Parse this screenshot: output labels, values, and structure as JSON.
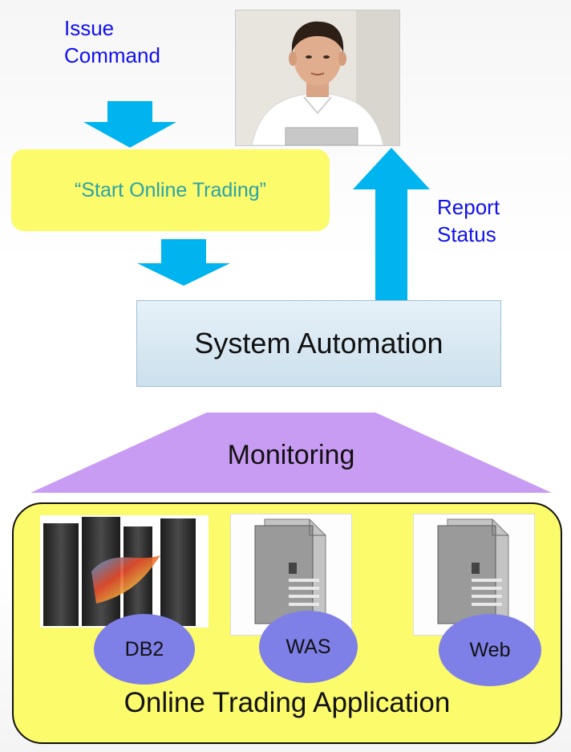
{
  "labels": {
    "issue_command_line1": "Issue",
    "issue_command_line2": "Command",
    "command_text": "“Start Online Trading”",
    "report_status_line1": "Report",
    "report_status_line2": "Status",
    "system_automation": "System Automation",
    "monitoring": "Monitoring",
    "application": "Online Trading Application"
  },
  "components": [
    {
      "name": "DB2"
    },
    {
      "name": "WAS"
    },
    {
      "name": "Web"
    }
  ],
  "colors": {
    "arrow": "#00b4f0",
    "command_box": "#fbfb6b",
    "command_text": "#2aa2a8",
    "monitoring": "#c99cf4",
    "component_bubble": "#7f7fe8",
    "label_blue": "#1010ee"
  }
}
